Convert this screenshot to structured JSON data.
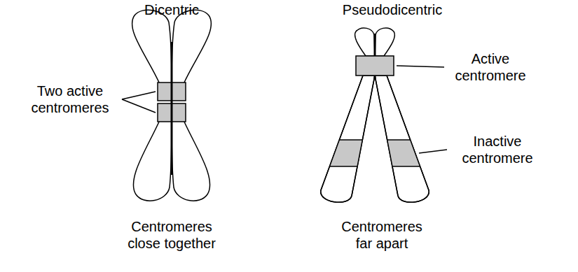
{
  "diagram": {
    "labels": [
      "Dicentric",
      "Pseudodicentric",
      "Two active centromeres",
      "Centromeres close together",
      "Active centromere",
      "Inactive centromere",
      "Centromeres far apart"
    ]
  }
}
